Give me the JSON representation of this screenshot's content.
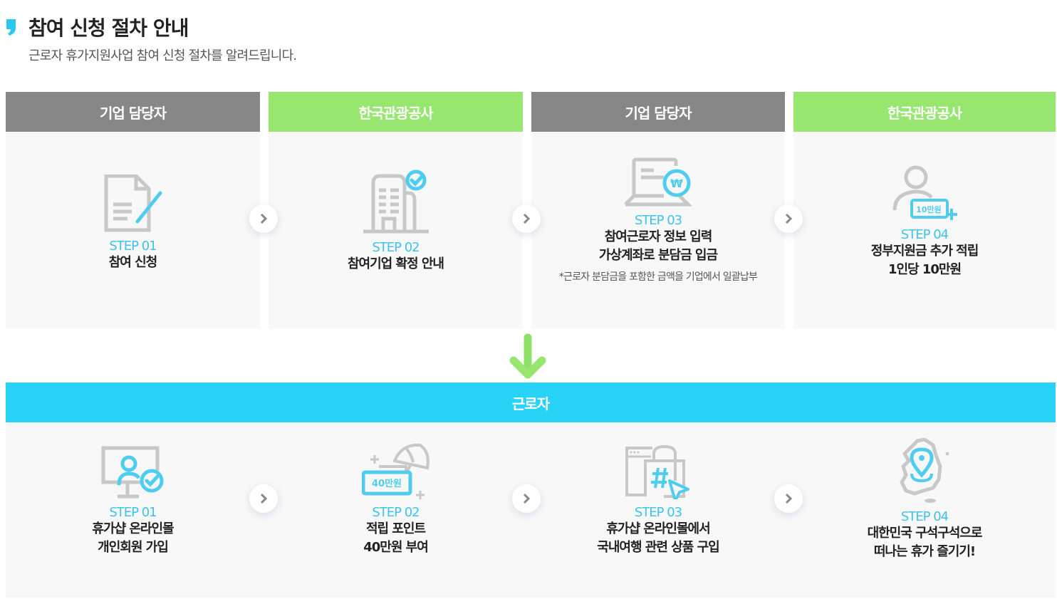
{
  "header": {
    "title": "참여 신청 절차 안내",
    "subtitle": "근로자 휴가지원사업 참여 신청 절차를 알려드립니다."
  },
  "colors": {
    "accent_blue": "#29d3f7",
    "step_blue": "#3ec3e9",
    "header_gray": "#878787",
    "header_green": "#97e66f",
    "panel_bg": "#f8f8f8"
  },
  "company_flow": [
    {
      "actor": "기업 담당자",
      "actor_color": "gray",
      "icon": "document-edit-icon",
      "step": "STEP 01",
      "desc_lines": [
        "참여 신청"
      ]
    },
    {
      "actor": "한국관광공사",
      "actor_color": "green",
      "icon": "building-check-icon",
      "step": "STEP 02",
      "desc_lines": [
        "참여기업 확정 안내"
      ]
    },
    {
      "actor": "기업 담당자",
      "actor_color": "gray",
      "icon": "laptop-won-icon",
      "step": "STEP 03",
      "desc_lines": [
        "참여근로자 정보 입력",
        "가상계좌로 분담금 입금"
      ],
      "note": "*근로자 분담금을 포함한 금액을 기업에서 일괄납부"
    },
    {
      "actor": "한국관광공사",
      "actor_color": "green",
      "icon": "user-money-plus-icon",
      "icon_badge": "10만원",
      "step": "STEP 04",
      "desc_lines": [
        "정부지원금 추가 적립",
        "1인당 10만원"
      ]
    }
  ],
  "worker_section": {
    "title": "근로자",
    "steps": [
      {
        "icon": "monitor-user-check-icon",
        "step": "STEP 01",
        "desc_lines": [
          "휴가샵 온라인몰",
          "개인회원 가입"
        ]
      },
      {
        "icon": "parasol-points-icon",
        "icon_badge": "40만원",
        "step": "STEP 02",
        "desc_lines": [
          "적립 포인트",
          "40만원 부여"
        ]
      },
      {
        "icon": "shopping-hashtag-icon",
        "step": "STEP 03",
        "desc_lines": [
          "휴가샵 온라인몰에서",
          "국내여행 관련 상품 구입"
        ]
      },
      {
        "icon": "korea-map-pin-icon",
        "step": "STEP 04",
        "desc_lines": [
          "대한민국 구석구석으로",
          "떠나는 휴가 즐기기!"
        ]
      }
    ]
  },
  "nav": {
    "next_icon": "chevron-right-icon",
    "down_icon": "arrow-down-icon"
  }
}
